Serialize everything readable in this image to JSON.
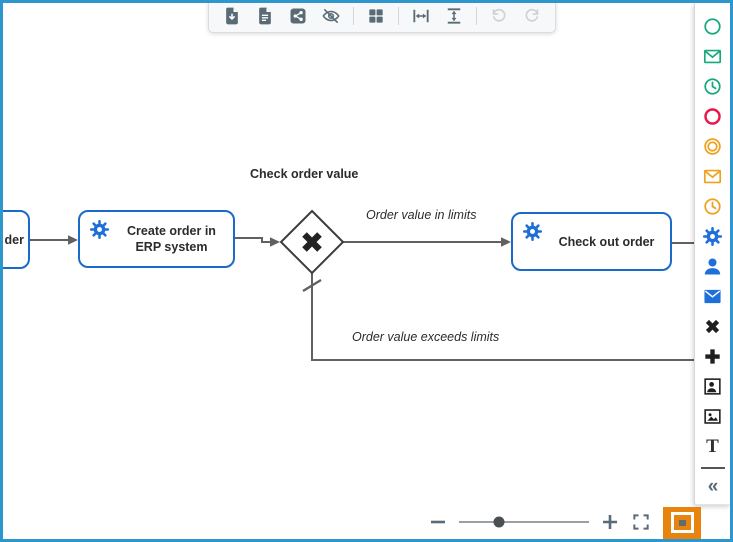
{
  "colors": {
    "canvas_border": "#2d96cd",
    "task_border_blue": "#1b6ac9",
    "gear_blue": "#1f6fd9",
    "icon_slate": "#5a6b78",
    "icon_disabled": "#ccd2d7",
    "line_gray": "#616161",
    "gateway_stroke": "#3c3c3c",
    "palette_green": "#17a87b",
    "palette_red": "#e8174a",
    "palette_orange": "#eea11e",
    "overview_orange": "#e8830d"
  },
  "toolbar": {
    "items": [
      {
        "name": "export-image",
        "icon": "file-download"
      },
      {
        "name": "export-document",
        "icon": "file-lines"
      },
      {
        "name": "share",
        "icon": "share"
      },
      {
        "name": "hide-elements",
        "icon": "eye-off",
        "divider_after": true
      },
      {
        "name": "grid-layout",
        "icon": "grid",
        "divider_after": true
      },
      {
        "name": "distribute-horizontally",
        "icon": "distribute-h"
      },
      {
        "name": "distribute-vertically",
        "icon": "distribute-v",
        "divider_after": true
      },
      {
        "name": "undo",
        "icon": "undo",
        "disabled": true
      },
      {
        "name": "redo",
        "icon": "redo",
        "disabled": true
      }
    ]
  },
  "palette": {
    "items": [
      {
        "name": "start-event",
        "icon": "circle",
        "color": "#17a87b"
      },
      {
        "name": "message-start-event",
        "icon": "envelope",
        "color": "#17a87b"
      },
      {
        "name": "timer-start-event",
        "icon": "clock",
        "color": "#17a87b"
      },
      {
        "name": "end-event",
        "icon": "circle-bold",
        "color": "#e8174a"
      },
      {
        "name": "intermediate-event",
        "icon": "double-circle",
        "color": "#eea11e"
      },
      {
        "name": "message-intermediate-event",
        "icon": "envelope",
        "color": "#eea11e"
      },
      {
        "name": "timer-intermediate-event",
        "icon": "clock",
        "color": "#eea11e"
      },
      {
        "name": "service-task",
        "icon": "gear",
        "color": "#1f6fd9"
      },
      {
        "name": "user-task",
        "icon": "user",
        "color": "#1f6fd9"
      },
      {
        "name": "send-task",
        "icon": "envelope-solid",
        "color": "#1f6fd9"
      },
      {
        "name": "exclusive-gateway",
        "icon": "x-marker",
        "color": "#1f1f1f"
      },
      {
        "name": "parallel-gateway",
        "icon": "plus-marker",
        "color": "#1f1f1f"
      },
      {
        "name": "participant",
        "icon": "user-frame",
        "color": "#1f1f1f"
      },
      {
        "name": "image-element",
        "icon": "image",
        "color": "#1f1f1f"
      },
      {
        "name": "text-annotation",
        "icon": "letter-t",
        "color": "#2f2f2f",
        "text": "T"
      },
      {
        "name": "collapse-palette",
        "icon": "collapse",
        "color": "#5a6b78",
        "text": "«",
        "divider_before": true
      }
    ]
  },
  "diagram": {
    "clipped_task_label": "der",
    "create_order_task": "Create order in ERP system",
    "checkout_task": "Check out order",
    "gateway_label": "Check order value",
    "flow_in_limits": "Order value in limits",
    "flow_exceeds": "Order value exceeds limits"
  },
  "zoom_controls": {
    "icons": [
      "minus",
      "slider",
      "plus",
      "fullscreen",
      "overview"
    ],
    "slider_fraction": 0.31
  }
}
